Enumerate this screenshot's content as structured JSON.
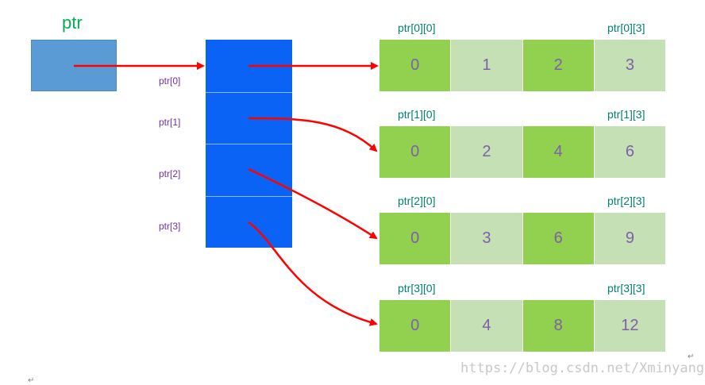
{
  "ptr_label": "ptr",
  "array_labels": [
    "ptr[0]",
    "ptr[1]",
    "ptr[2]",
    "ptr[3]"
  ],
  "rows": [
    {
      "first": "ptr[0][0]",
      "last": "ptr[0][3]",
      "values": [
        "0",
        "1",
        "2",
        "3"
      ]
    },
    {
      "first": "ptr[1][0]",
      "last": "ptr[1][3]",
      "values": [
        "0",
        "2",
        "4",
        "6"
      ]
    },
    {
      "first": "ptr[2][0]",
      "last": "ptr[2][3]",
      "values": [
        "0",
        "3",
        "6",
        "9"
      ]
    },
    {
      "first": "ptr[3][0]",
      "last": "ptr[3][3]",
      "values": [
        "0",
        "4",
        "8",
        "12"
      ]
    }
  ],
  "watermark": "https://blog.csdn.net/Xminyang",
  "colors": {
    "ptr_box": "#5b9bd5",
    "array_cell": "#0a63f5",
    "cell_dark": "#92d050",
    "cell_light": "#c5e0b4",
    "arrow": "#ff0000",
    "label_purple": "#7030a0",
    "ptr_title": "#00b050"
  },
  "marks": [
    "↵",
    "↵"
  ]
}
